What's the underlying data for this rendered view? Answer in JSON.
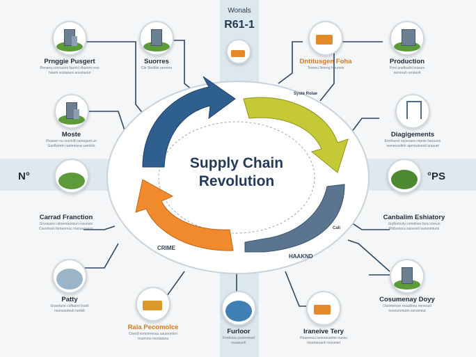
{
  "diagram": {
    "title_line1": "Supply Chain",
    "title_line2": "Revolution",
    "top_small": "Wonals",
    "top_big": "R61-1",
    "left_label": "N°",
    "right_label": "°PS",
    "arrow_labels": {
      "blue": "",
      "yellow": "Syste Rolae",
      "orange": "CRIME",
      "grey": "HAAKND",
      "grey2": "Cali"
    },
    "colors": {
      "blue": "#2f5f8e",
      "yellow": "#c5c935",
      "orange": "#f08a2c",
      "grey": "#5b7591",
      "accent": "#d4771e"
    }
  },
  "nodes": {
    "n1": {
      "title": "Prnggie Pusgert",
      "desc1": "Renaeq conrsusnt faunlsl dtuesnv eou",
      "desc2": "hsiem soxtaoeni anvxtiunul",
      "icon": "building-icon"
    },
    "n2": {
      "title": "Suorres",
      "desc1": "Cle Strolitte perrens",
      "desc2": "",
      "icon": "office-building-icon"
    },
    "n3": {
      "title": "Dntitusgen Foha",
      "desc1": "Tesneu Ilnnerg hlsuneis",
      "desc2": "",
      "icon": "delivery-truck-icon"
    },
    "n4": {
      "title": "Production",
      "desc1": "Prrxl anaftsalnt inasurs",
      "desc2": "sxrnrouh reruleolt",
      "icon": "factory-icon"
    },
    "n5": {
      "title": "Moste",
      "desc1": "Flxaoen nu rsonlolh tamsgunt un",
      "desc2": "Ganflsentn raotmesna uarnlols",
      "icon": "city-icon"
    },
    "n6": {
      "title": "Diagigements",
      "desc1": "Erorlsuret raysruuen mpoie Iseruusn",
      "desc2": "nsmeoseltnh aprneutonsd arasuel",
      "icon": "water-tower-icon"
    },
    "n7": {
      "title": "",
      "desc1": "",
      "desc2": "",
      "icon": "green-hill-icon"
    },
    "n8": {
      "title": "",
      "desc1": "",
      "desc2": "",
      "icon": "tree-icon"
    },
    "n9": {
      "title": "Carrad Franction",
      "desc1": "Srorausnv uttoersaunsun rnsunsio",
      "desc2": "Cseortusn fsrneornuc manuunseun",
      "icon": ""
    },
    "n10": {
      "title": "Canbalim Eshiatory",
      "desc1": "Sruftonsuty cxmolneo tnou siseun",
      "desc2": "Rtxlsonoru suioeont sunsnmtumi",
      "icon": ""
    },
    "n11": {
      "title": "Patty",
      "desc1": "Grasrtune cufltalon lsunil",
      "desc2": "nsonsooteuh rsmelt",
      "icon": "globe-network-icon"
    },
    "n12": {
      "title": "Cosumenay Doyy",
      "desc1": "Oarotonsue nsautlonu nersouel",
      "desc2": "nsneurontulm sonsmeut",
      "icon": "tower-block-icon"
    },
    "n13": {
      "title": "Rala Pecomolce",
      "desc1": "Cnexlt nomoernsuu uausromtrn",
      "desc2": "rnuerons mostaluna",
      "icon": "cargo-container-icon"
    },
    "n14": {
      "title": "Furloor",
      "desc1": "Frxdonsu pureronuel",
      "desc2": "reuoeunh",
      "icon": "pie-globe-icon"
    },
    "n15": {
      "title": "Iraneive Tery",
      "desc1": "Reueonsu laoenoustme ounsu",
      "desc2": "msonteuaoh roxnmiel",
      "icon": "truck-van-icon"
    }
  }
}
